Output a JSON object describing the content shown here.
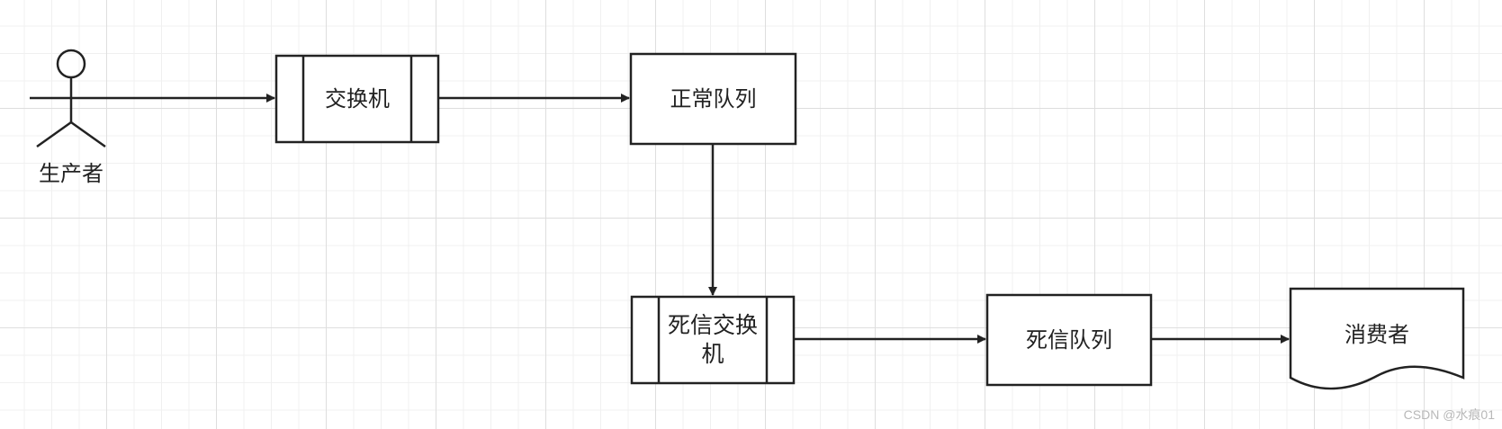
{
  "diagram": {
    "actor_label": "生产者",
    "exchange_label": "交换机",
    "normal_queue_label": "正常队列",
    "dlx_label": "死信交换机",
    "dead_queue_label": "死信队列",
    "consumer_label": "消费者"
  },
  "watermark": "CSDN @水痕01",
  "colors": {
    "stroke": "#222222",
    "grid_major": "#dedede",
    "grid_minor": "#f0f0f0",
    "background": "#ffffff"
  }
}
